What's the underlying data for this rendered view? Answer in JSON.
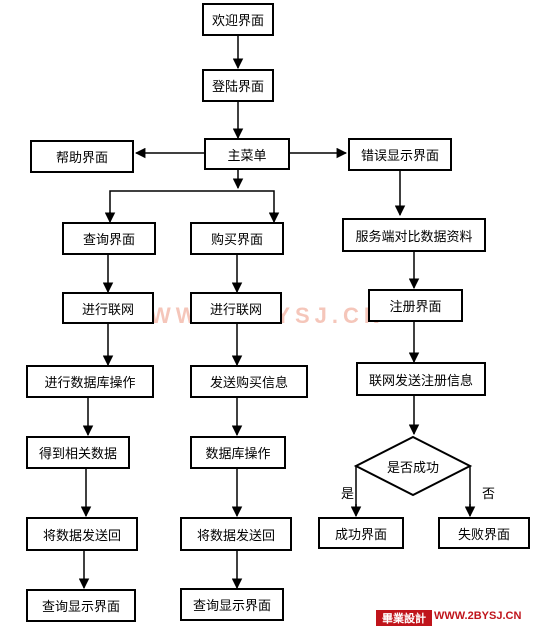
{
  "nodes": {
    "welcome": "欢迎界面",
    "login": "登陆界面",
    "main_menu": "主菜单",
    "help": "帮助界面",
    "error": "错误显示界面",
    "query": "查询界面",
    "purchase": "购买界面",
    "server_compare": "服务端对比数据资料",
    "connect_left": "进行联网",
    "connect_mid": "进行联网",
    "register": "注册界面",
    "db_op_left": "进行数据库操作",
    "send_purchase": "发送购买信息",
    "send_register": "联网发送注册信息",
    "get_data": "得到相关数据",
    "db_op_mid": "数据库操作",
    "decision": "是否成功",
    "send_back_left": "将数据发送回",
    "send_back_mid": "将数据发送回",
    "success": "成功界面",
    "fail": "失败界面",
    "query_display_left": "查询显示界面",
    "query_display_mid": "查询显示界面"
  },
  "labels": {
    "yes": "是",
    "no": "否"
  },
  "watermark": "WWW.2BYSJ.CN",
  "footer": {
    "logo": "畢業設計",
    "url": "WWW.2BYSJ.CN"
  },
  "colors": {
    "line": "#000000",
    "watermark": "#e8785a",
    "brand": "#c0141b"
  }
}
